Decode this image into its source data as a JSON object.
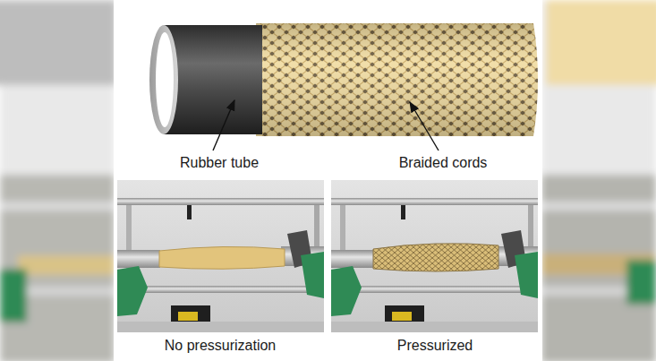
{
  "diagram": {
    "labels": [
      "Rubber tube",
      "Braided cords",
      "No pressurization",
      "Pressurized"
    ]
  }
}
